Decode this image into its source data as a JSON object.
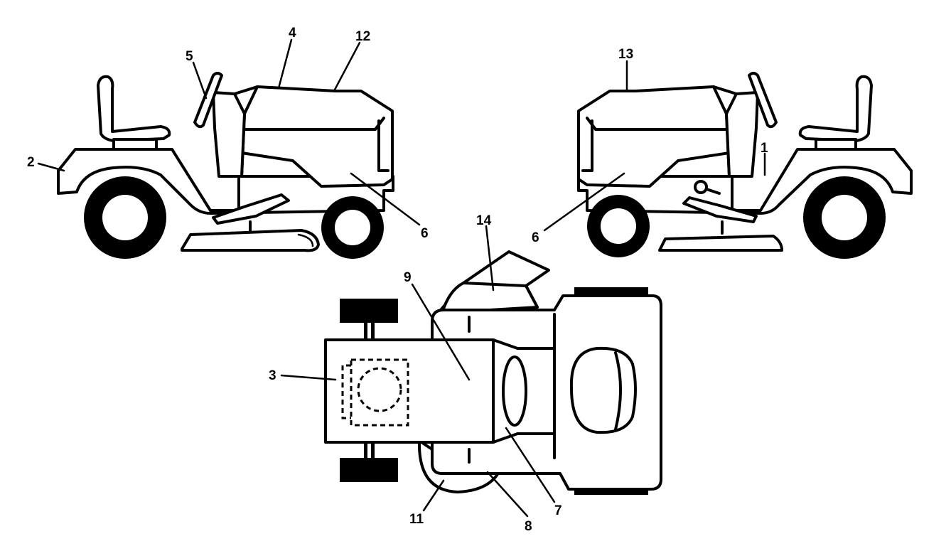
{
  "callouts": [
    {
      "id": "c1",
      "text": "1"
    },
    {
      "id": "c2",
      "text": "2"
    },
    {
      "id": "c3",
      "text": "3"
    },
    {
      "id": "c4",
      "text": "4"
    },
    {
      "id": "c5",
      "text": "5"
    },
    {
      "id": "c6a",
      "text": "6"
    },
    {
      "id": "c6b",
      "text": "6"
    },
    {
      "id": "c7",
      "text": "7"
    },
    {
      "id": "c8",
      "text": "8"
    },
    {
      "id": "c9",
      "text": "9"
    },
    {
      "id": "c11",
      "text": "11"
    },
    {
      "id": "c12",
      "text": "12"
    },
    {
      "id": "c13",
      "text": "13"
    },
    {
      "id": "c14",
      "text": "14"
    }
  ]
}
